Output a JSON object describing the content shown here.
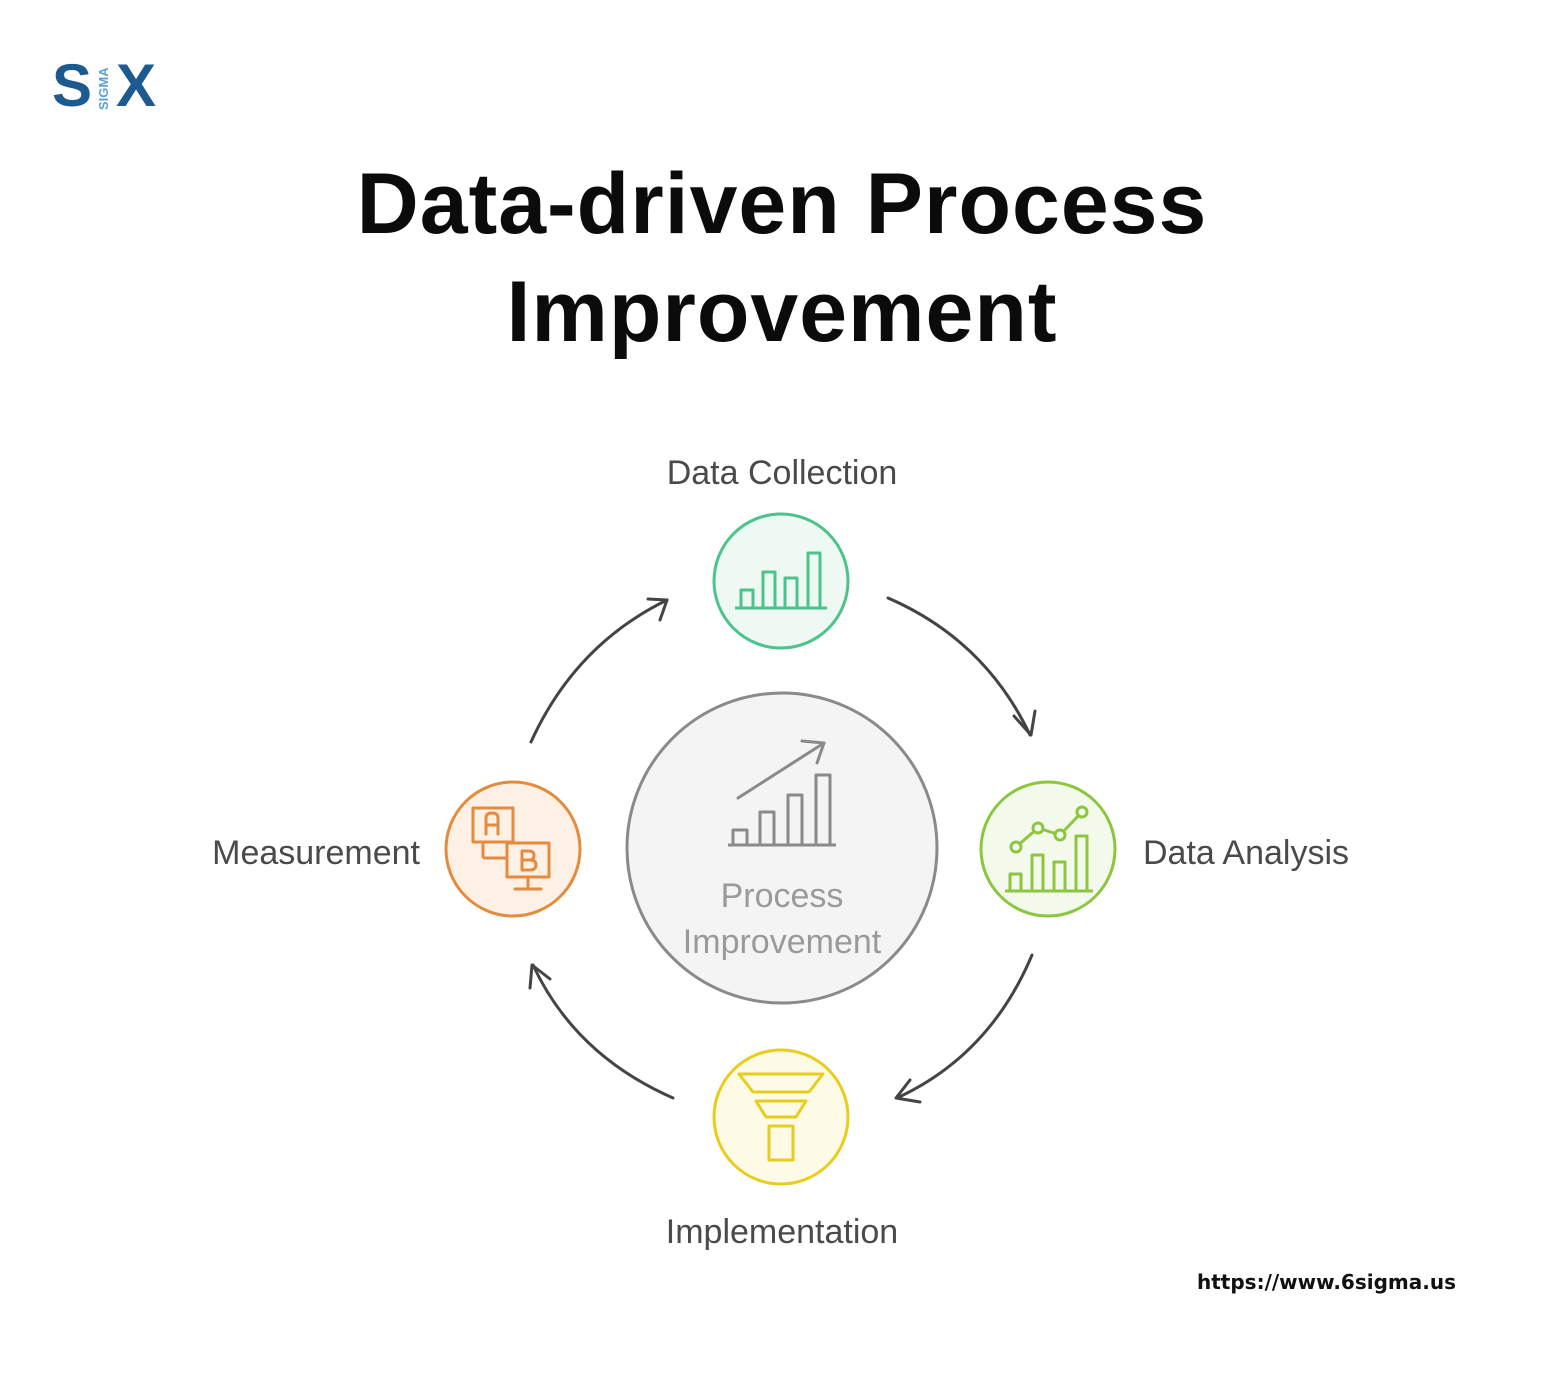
{
  "logo": {
    "letter_s": "S",
    "word_sigma": "SIGMA",
    "letter_x": "X"
  },
  "title": {
    "line1": "Data-driven Process",
    "line2": "Improvement"
  },
  "center": {
    "line1": "Process",
    "line2": "Improvement"
  },
  "steps": [
    {
      "label": "Data Collection",
      "icon": "bar-chart-icon",
      "color": "#4cc38a"
    },
    {
      "label": "Data Analysis",
      "icon": "line-bar-chart-icon",
      "color": "#8cc63f"
    },
    {
      "label": "Implementation",
      "icon": "funnel-icon",
      "color": "#e8cd1e"
    },
    {
      "label": "Measurement",
      "icon": "ab-test-icon",
      "color": "#e48b3e"
    }
  ],
  "footer": {
    "url": "https://www.6sigma.us"
  },
  "colors": {
    "logo_dark": "#1d5a8f",
    "logo_light": "#5aa0d6",
    "arrow": "#444444",
    "center_stroke": "#8a8a8a",
    "center_fill": "#f4f4f4"
  }
}
